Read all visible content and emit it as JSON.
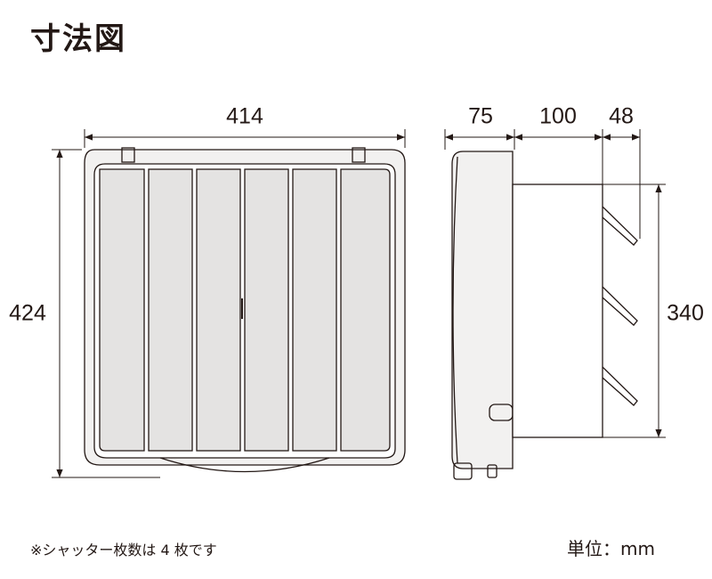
{
  "title": "寸法図",
  "dimensions": {
    "width": "414",
    "height": "424",
    "depth_front": "75",
    "depth_middle": "100",
    "depth_back": "48",
    "shutter_height": "340"
  },
  "note": "※シャッター枚数は 4 枚です",
  "unit": "単位：mm",
  "colors": {
    "line": "#231815",
    "frame_fill": "#f2f1f0"
  }
}
